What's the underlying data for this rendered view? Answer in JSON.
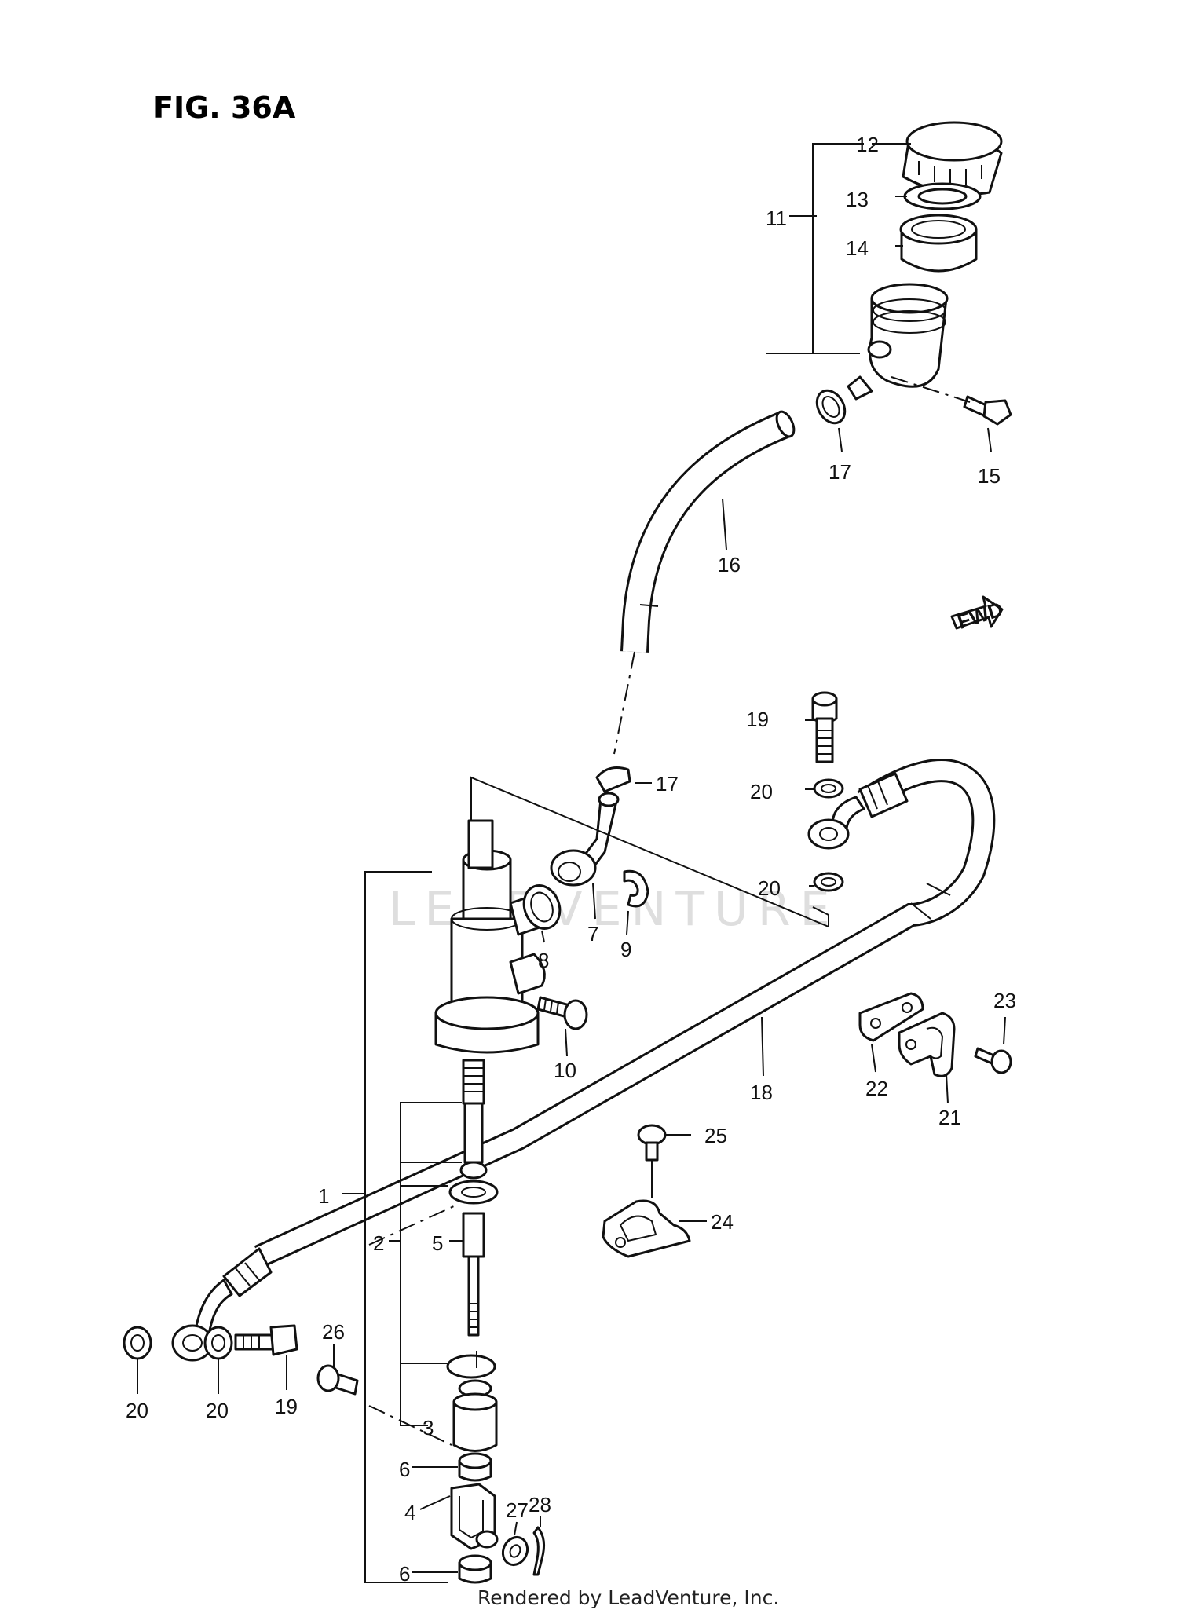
{
  "figure": {
    "title": "FIG. 36A",
    "footer": "Rendered by LeadVenture, Inc.",
    "watermark": "LEADVENTURE"
  },
  "fwd_label": "FWD",
  "callouts": [
    "1",
    "2",
    "3",
    "4",
    "5",
    "6",
    "6",
    "7",
    "8",
    "9",
    "10",
    "11",
    "12",
    "13",
    "14",
    "15",
    "16",
    "17",
    "17",
    "18",
    "19",
    "19",
    "20",
    "20",
    "20",
    "20",
    "21",
    "22",
    "23",
    "24",
    "25",
    "26",
    "27",
    "28"
  ]
}
